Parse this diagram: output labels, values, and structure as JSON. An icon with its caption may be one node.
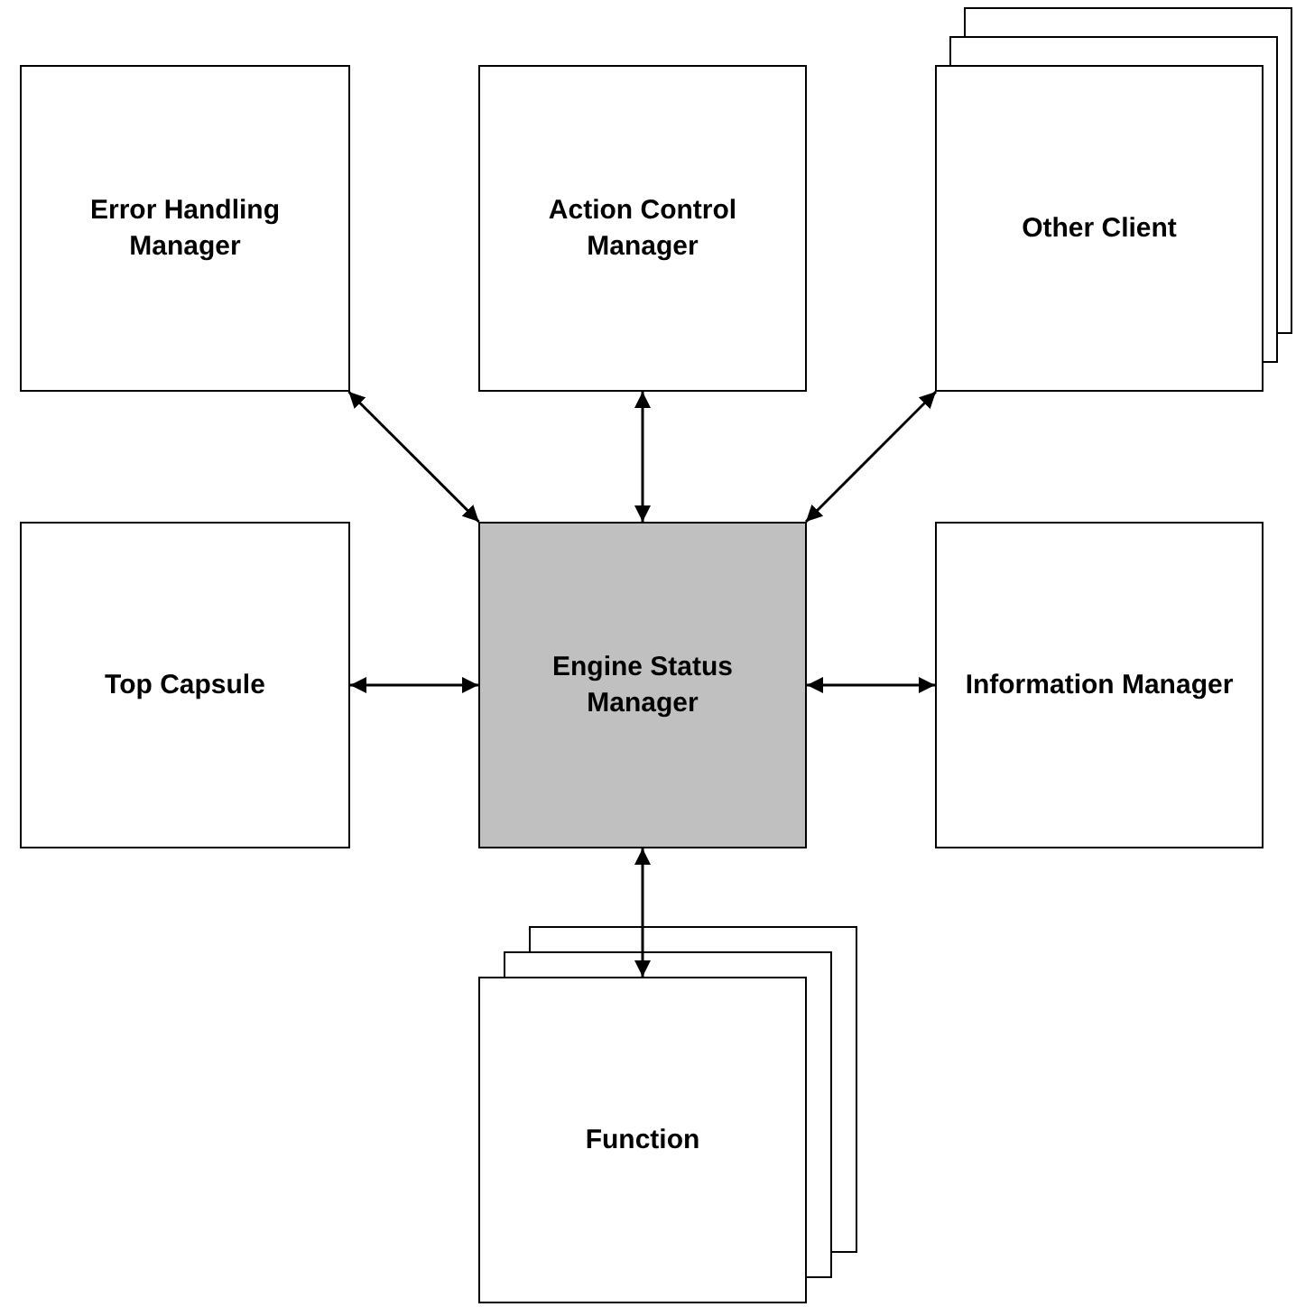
{
  "diagram": {
    "nodes": [
      {
        "text": [
          "Error Handling Manager"
        ]
      },
      {
        "text": [
          "Action Control Manager"
        ]
      },
      {
        "text": [
          "Other Client"
        ]
      },
      {
        "text": [
          "Top Capsule"
        ]
      },
      {
        "text": [
          "Engine Status Manager"
        ]
      },
      {
        "text": [
          "Information Manager"
        ]
      },
      {
        "text": [
          "Function"
        ]
      }
    ],
    "edges": [
      {
        "from": 4,
        "to": 0,
        "arrow": "both"
      },
      {
        "from": 4,
        "to": 1,
        "arrow": "both"
      },
      {
        "from": 4,
        "to": 2,
        "arrow": "both"
      },
      {
        "from": 4,
        "to": 3,
        "arrow": "both"
      },
      {
        "from": 4,
        "to": 5,
        "arrow": "both"
      },
      {
        "from": 4,
        "to": 6,
        "arrow": "both"
      }
    ]
  }
}
